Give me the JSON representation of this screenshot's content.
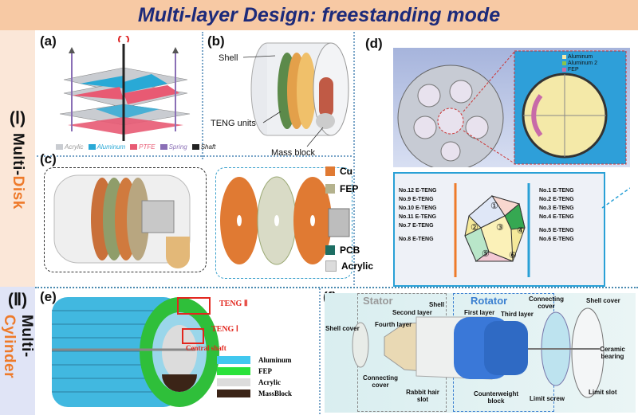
{
  "title": "Multi-layer Design: freestanding mode",
  "sections": {
    "s1_roman": "(Ⅰ)",
    "s1_word1": "Multi-",
    "s1_word2": "Disk",
    "s2_roman": "(Ⅱ)",
    "s2_word1": "Multi-",
    "s2_word2": "Cylinder"
  },
  "panel_a": {
    "label": "(a)",
    "legend": [
      "Acrylic",
      "Aluminum",
      "PTFE",
      "Spring",
      "Shaft"
    ],
    "legend_colors": [
      "#c9ccd1",
      "#29a9d6",
      "#e85a73",
      "#8a6fb6",
      "#222222"
    ]
  },
  "panel_b": {
    "label": "(b)",
    "callouts": [
      "Shell",
      "TENG units",
      "Mass block"
    ]
  },
  "panel_c": {
    "label": "(c)",
    "legend": [
      "Cu",
      "FEP",
      "PCB",
      "Acrylic"
    ],
    "legend_colors": [
      "#e07a33",
      "#b4b28e",
      "#1d6e63",
      "#dcdcdc"
    ]
  },
  "panel_d": {
    "label": "(d)",
    "inset_legend": [
      "Aluminum",
      "Aluminum 2",
      "FEP"
    ],
    "left_tengs": [
      "No.12 E-TENG",
      "No.9 E-TENG",
      "No.10 E-TENG",
      "No.11 E-TENG",
      "No.7 E-TENG",
      "No.8 E-TENG"
    ],
    "right_tengs": [
      "No.1 E-TENG",
      "No.2 E-TENG",
      "No.3 E-TENG",
      "No.4 E-TENG",
      "No.5 E-TENG",
      "No.6 E-TENG"
    ],
    "face_numbers": [
      "①",
      "②",
      "③",
      "④",
      "⑤",
      "⑥"
    ]
  },
  "panel_e": {
    "label": "(e)",
    "callouts": [
      "TENG Ⅱ",
      "TENG Ⅰ",
      "Central shaft"
    ],
    "legend": [
      "Aluminum",
      "FEP",
      "Acrylic",
      "MassBlock"
    ],
    "legend_colors": [
      "#41c8ef",
      "#29e23a",
      "#dcdcdc",
      "#3b2417"
    ]
  },
  "panel_f": {
    "label": "(f)",
    "stator": "Stator",
    "rotator": "Rotator",
    "callouts": {
      "shell_cover_left": "Shell cover",
      "fourth_layer": "Fourth layer",
      "second_layer": "Second layer",
      "shell": "Shell",
      "first_layer": "First layer",
      "third_layer": "Third layer",
      "connecting_cover_top": "Connecting cover",
      "shell_cover_right": "Shell cover",
      "ceramic_bearing": "Ceramic bearing",
      "connecting_cover_bottom": "Connecting cover",
      "rabbit_hair_slot": "Rabbit hair slot",
      "counterweight_block": "Counterweight block",
      "limit_screw": "Limit screw",
      "limit_slot": "Limit slot"
    }
  }
}
